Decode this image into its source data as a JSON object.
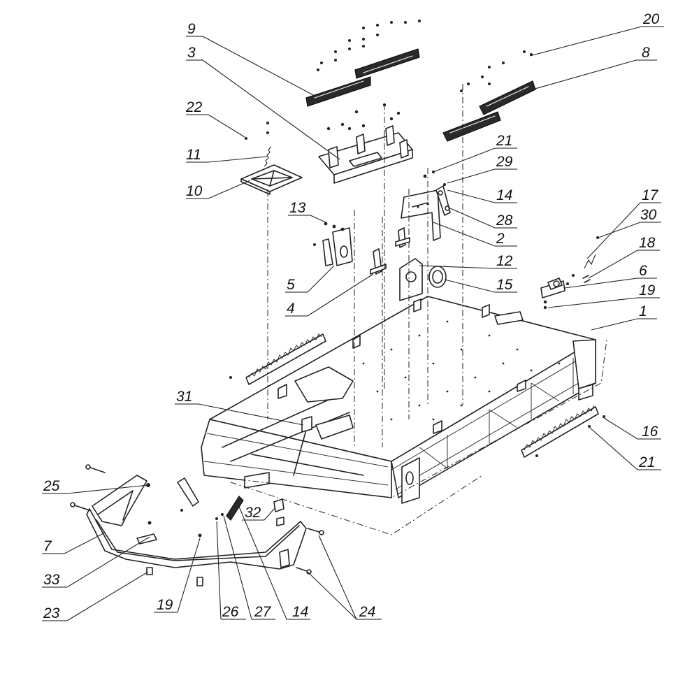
{
  "callouts": [
    {
      "id": "c9",
      "label": "9"
    },
    {
      "id": "c3",
      "label": "3"
    },
    {
      "id": "c22",
      "label": "22"
    },
    {
      "id": "c11",
      "label": "11"
    },
    {
      "id": "c10",
      "label": "10"
    },
    {
      "id": "c20",
      "label": "20"
    },
    {
      "id": "c8",
      "label": "8"
    },
    {
      "id": "c21a",
      "label": "21"
    },
    {
      "id": "c29",
      "label": "29"
    },
    {
      "id": "c14a",
      "label": "14"
    },
    {
      "id": "c28",
      "label": "28"
    },
    {
      "id": "c2",
      "label": "2"
    },
    {
      "id": "c13",
      "label": "13"
    },
    {
      "id": "c5",
      "label": "5"
    },
    {
      "id": "c4",
      "label": "4"
    },
    {
      "id": "c12",
      "label": "12"
    },
    {
      "id": "c15",
      "label": "15"
    },
    {
      "id": "c17",
      "label": "17"
    },
    {
      "id": "c30",
      "label": "30"
    },
    {
      "id": "c18",
      "label": "18"
    },
    {
      "id": "c6",
      "label": "6"
    },
    {
      "id": "c19a",
      "label": "19"
    },
    {
      "id": "c1",
      "label": "1"
    },
    {
      "id": "c31",
      "label": "31"
    },
    {
      "id": "c16",
      "label": "16"
    },
    {
      "id": "c21b",
      "label": "21"
    },
    {
      "id": "c25",
      "label": "25"
    },
    {
      "id": "c7",
      "label": "7"
    },
    {
      "id": "c32",
      "label": "32"
    },
    {
      "id": "c33",
      "label": "33"
    },
    {
      "id": "c23",
      "label": "23"
    },
    {
      "id": "c19b",
      "label": "19"
    },
    {
      "id": "c26",
      "label": "26"
    },
    {
      "id": "c27",
      "label": "27"
    },
    {
      "id": "c14b",
      "label": "14"
    },
    {
      "id": "c24",
      "label": "24"
    }
  ]
}
